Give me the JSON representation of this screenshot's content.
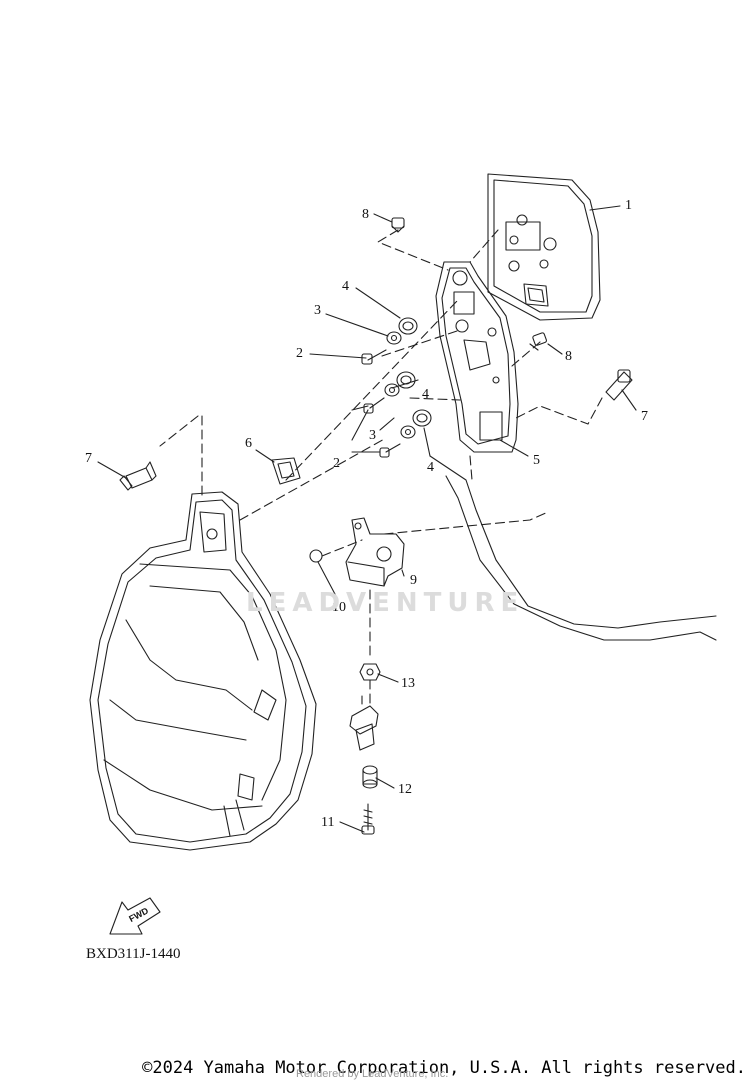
{
  "diagram": {
    "callouts": [
      {
        "id": "1",
        "label": "1"
      },
      {
        "id": "2a",
        "label": "2"
      },
      {
        "id": "2b",
        "label": "2"
      },
      {
        "id": "3a",
        "label": "3"
      },
      {
        "id": "3b",
        "label": "3"
      },
      {
        "id": "4a",
        "label": "4"
      },
      {
        "id": "4b",
        "label": "4"
      },
      {
        "id": "4c",
        "label": "4"
      },
      {
        "id": "5",
        "label": "5"
      },
      {
        "id": "6",
        "label": "6"
      },
      {
        "id": "7a",
        "label": "7"
      },
      {
        "id": "7b",
        "label": "7"
      },
      {
        "id": "8a",
        "label": "8"
      },
      {
        "id": "8b",
        "label": "8"
      },
      {
        "id": "9",
        "label": "9"
      },
      {
        "id": "10",
        "label": "10"
      },
      {
        "id": "11",
        "label": "11"
      },
      {
        "id": "12",
        "label": "12"
      },
      {
        "id": "13",
        "label": "13"
      }
    ],
    "fwd_arrow_label": "FWD",
    "part_code": "BXD311J-1440",
    "watermark": "LEADVENTURE"
  },
  "footer": {
    "copyright": "©2024 Yamaha Motor Corporation, U.S.A. All rights reserved.",
    "rendered_by": "Rendered by LeadVenture, Inc."
  },
  "colors": {
    "line": "#222222",
    "watermark": "#dcdcdc",
    "background": "#ffffff"
  }
}
